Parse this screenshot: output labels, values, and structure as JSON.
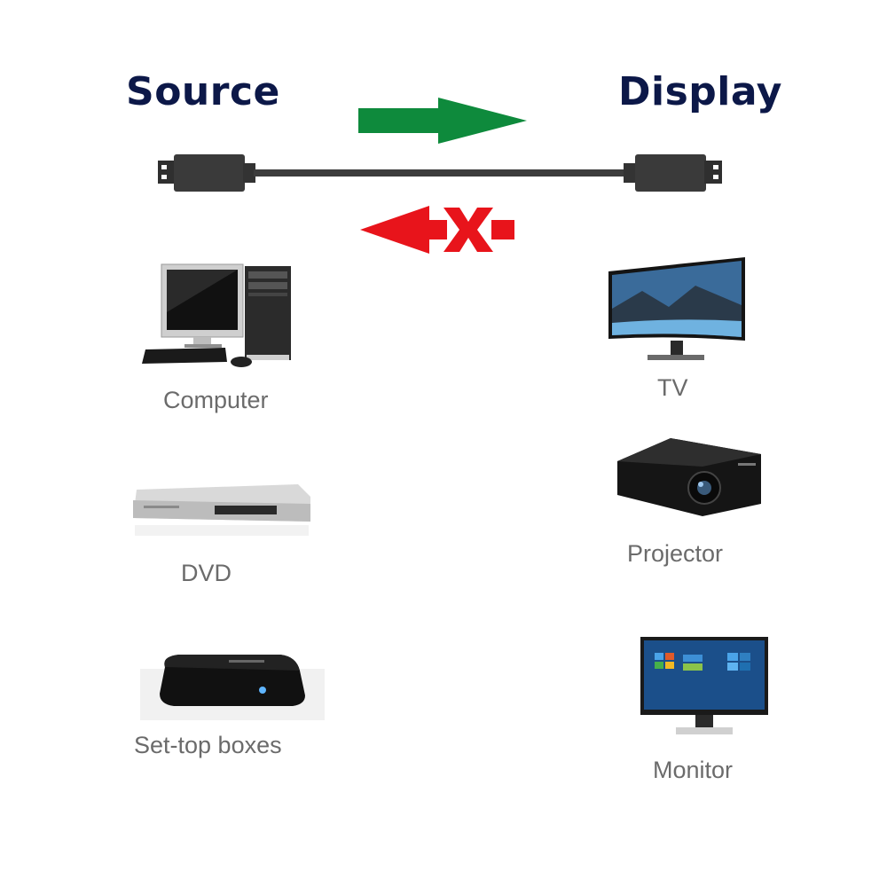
{
  "headings": {
    "source": "Source",
    "display": "Display"
  },
  "source_devices": [
    {
      "label": "Computer",
      "icon": "computer-icon"
    },
    {
      "label": "DVD",
      "icon": "dvd-player-icon"
    },
    {
      "label": "Set-top boxes",
      "icon": "set-top-box-icon"
    }
  ],
  "display_devices": [
    {
      "label": "TV",
      "icon": "curved-tv-icon"
    },
    {
      "label": "Projector",
      "icon": "projector-icon"
    },
    {
      "label": "Monitor",
      "icon": "monitor-icon"
    }
  ],
  "colors": {
    "heading": "#0c1848",
    "forward_arrow": "#0e8a3c",
    "blocked_arrow": "#e8141b",
    "cable": "#3c3c3c",
    "label": "#6b6b6b"
  },
  "icons": {
    "forward": "forward-arrow-icon",
    "blocked": "blocked-reverse-arrow-icon",
    "cable": "cable-icon"
  }
}
